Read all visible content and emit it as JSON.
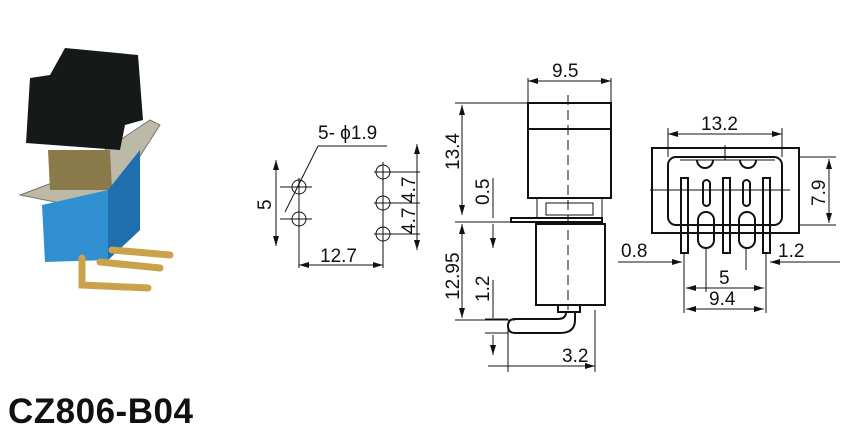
{
  "product": {
    "model": "CZ806-B04"
  },
  "colors": {
    "cap": "#151a18",
    "body": "#2f8fd0",
    "bracket": "#b9b6a8",
    "pins": "#c9a24a",
    "lines": "#111111"
  },
  "pcb_layout": {
    "hole_note": "5- ϕ1.9",
    "left_spacing": "5",
    "right_spacing_upper": "4.7",
    "right_spacing_lower": "4.7",
    "row_spacing": "12.7"
  },
  "side_view": {
    "width": "9.5",
    "upper_height": "13.4",
    "flange_thickness": "0.5",
    "lower_height": "12.95",
    "pin_thickness": "1.2",
    "pin_offset": "3.2"
  },
  "front_view": {
    "width": "13.2",
    "height": "7.9",
    "pin_width": "0.8",
    "pin_end": "1.2",
    "pin_pitch": "5",
    "pin_span": "9.4"
  }
}
